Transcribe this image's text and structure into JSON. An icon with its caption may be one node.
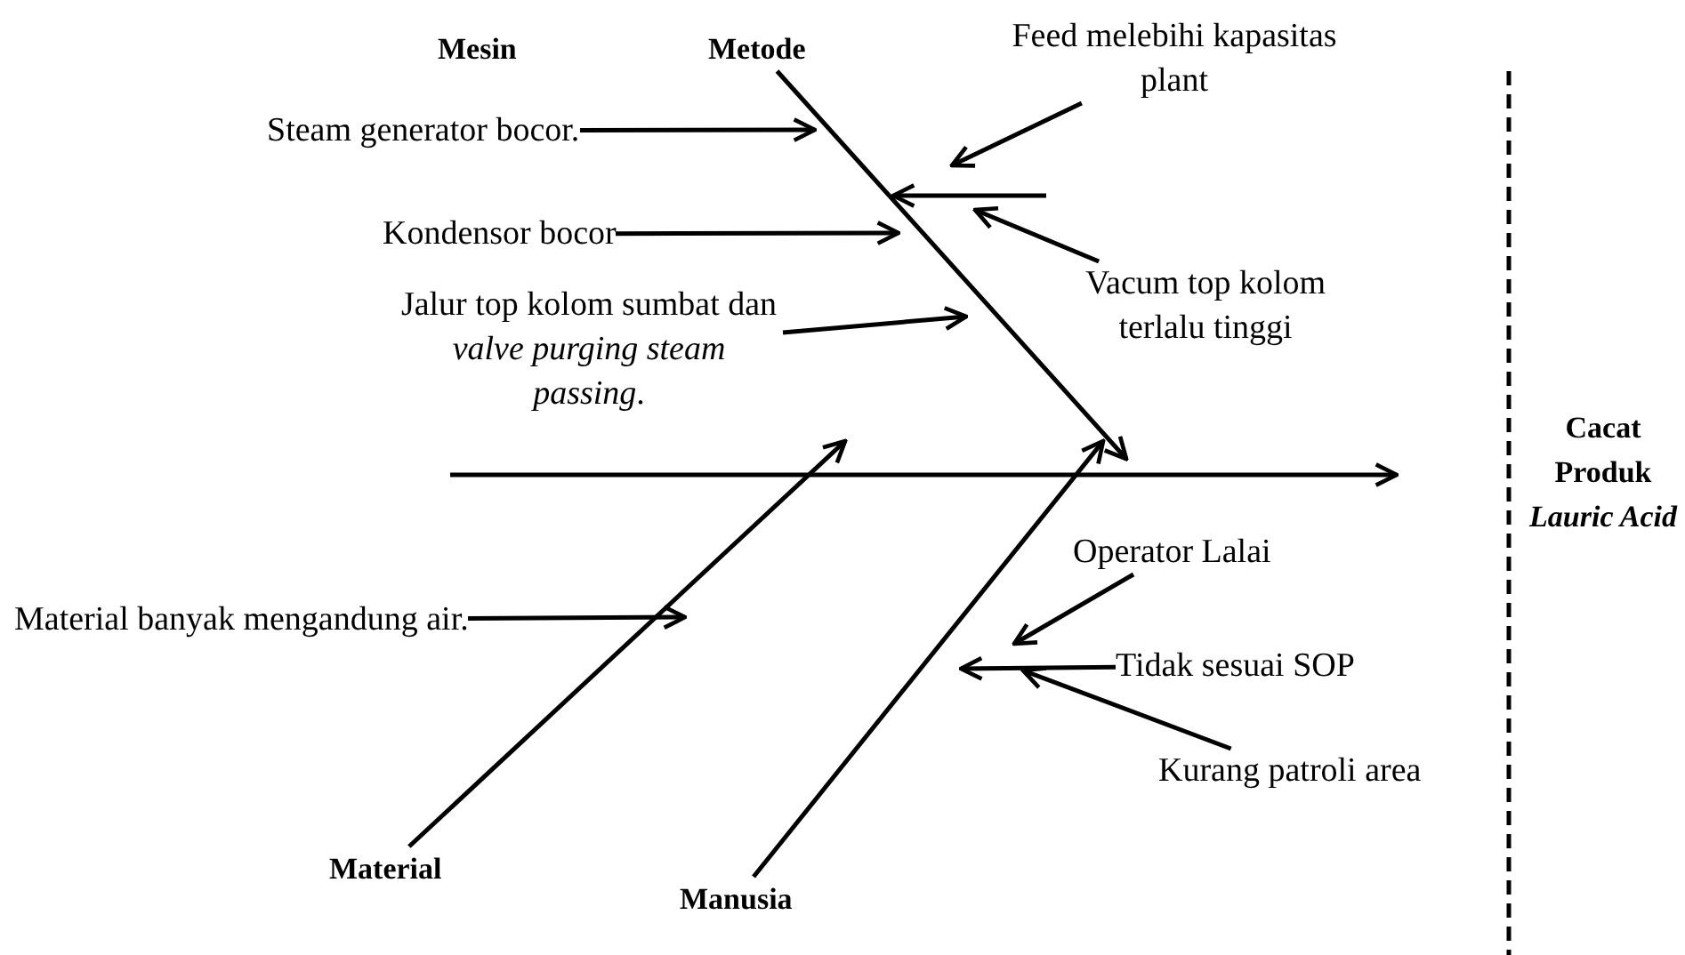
{
  "diagram": {
    "nodes": [
      {
        "text": [
          "Metode"
        ]
      },
      {
        "text": [
          "Feed melebihi kapasitas plant"
        ]
      },
      {
        "text": [
          "Steam generator bocor."
        ]
      },
      {
        "text": [
          "Kondensor bocor"
        ]
      },
      {
        "text": [
          "Vacum top kolom terlalu tinggi"
        ]
      },
      {
        "text": [
          "Jalur top kolom sumbat dan *valve purging steam passing*."
        ]
      },
      {
        "text": [
          "Cacat Produk *Lauric Acid*"
        ]
      },
      {
        "text": [
          "Operator Lalai"
        ]
      },
      {
        "text": [
          "Material banyak mengandung air."
        ]
      },
      {
        "text": [
          "Tidak sesuai SOP"
        ]
      },
      {
        "text": [
          "Kurang patroli area"
        ]
      },
      {
        "text": [
          "Material"
        ]
      },
      {
        "text": [
          "Manusia"
        ]
      }
    ],
    "edges": [
      {
        "from": null,
        "to": 6,
        "arrow": "to"
      },
      {
        "from": 0,
        "to": null,
        "arrow": "to"
      },
      {
        "from": 2,
        "to": null,
        "arrow": "to"
      },
      {
        "from": 1,
        "to": null,
        "arrow": "to"
      },
      {
        "from": 3,
        "to": null,
        "arrow": "to"
      },
      {
        "from": 4,
        "to": null,
        "arrow": "to"
      },
      {
        "from": 5,
        "to": null,
        "arrow": "to"
      },
      {
        "from": 11,
        "to": null,
        "arrow": "to"
      },
      {
        "from": 12,
        "to": null,
        "arrow": "to"
      },
      {
        "from": 8,
        "to": null,
        "arrow": "to"
      },
      {
        "from": 7,
        "to": null,
        "arrow": "to"
      },
      {
        "from": 9,
        "to": null,
        "arrow": "to"
      },
      {
        "from": 10,
        "to": null,
        "arrow": "to"
      }
    ],
    "labels": [
      "Mesin"
    ]
  }
}
